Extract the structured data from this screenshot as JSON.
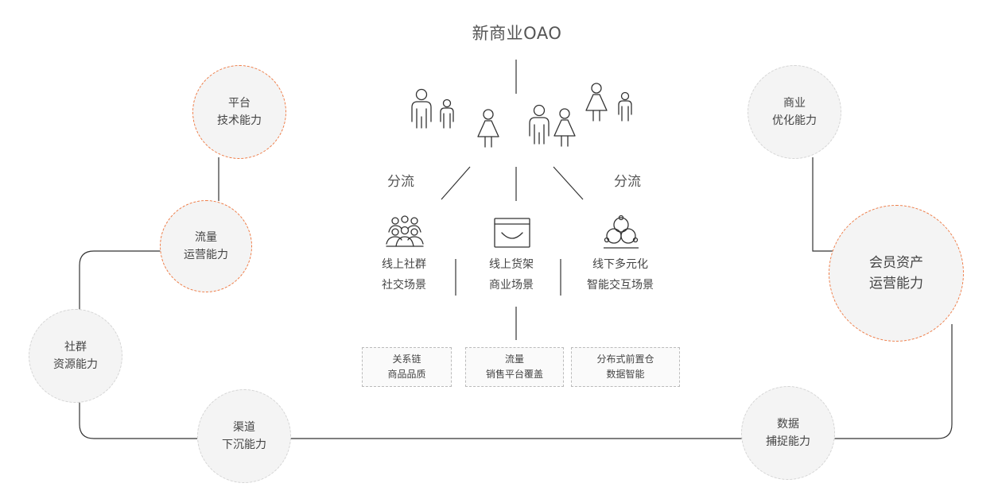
{
  "title": "新商业OAO",
  "split_left": "分流",
  "split_right": "分流",
  "channels": [
    {
      "line1": "线上社群",
      "line2": "社交场景",
      "icon": "people-group-icon"
    },
    {
      "line1": "线上货架",
      "line2": "商业场景",
      "icon": "shelf-window-icon"
    },
    {
      "line1": "线下多元化",
      "line2": "智能交互场景",
      "icon": "interaction-circles-icon"
    }
  ],
  "boxes": [
    {
      "line1": "关系链",
      "line2": "商品品质"
    },
    {
      "line1": "流量",
      "line2": "销售平台覆盖"
    },
    {
      "line1": "分布式前置仓",
      "line2": "数据智能"
    }
  ],
  "capabilities": {
    "platform": {
      "line1": "平台",
      "line2": "技术能力"
    },
    "traffic": {
      "line1": "流量",
      "line2": "运营能力"
    },
    "community": {
      "line1": "社群",
      "line2": "资源能力"
    },
    "channel": {
      "line1": "渠道",
      "line2": "下沉能力"
    },
    "commerce": {
      "line1": "商业",
      "line2": "优化能力"
    },
    "member": {
      "line1": "会员资产",
      "line2": "运营能力"
    },
    "data": {
      "line1": "数据",
      "line2": "捕捉能力"
    }
  },
  "colors": {
    "accent": "#ef7b45",
    "line": "#333333",
    "circle_fill": "#f4f4f4"
  }
}
